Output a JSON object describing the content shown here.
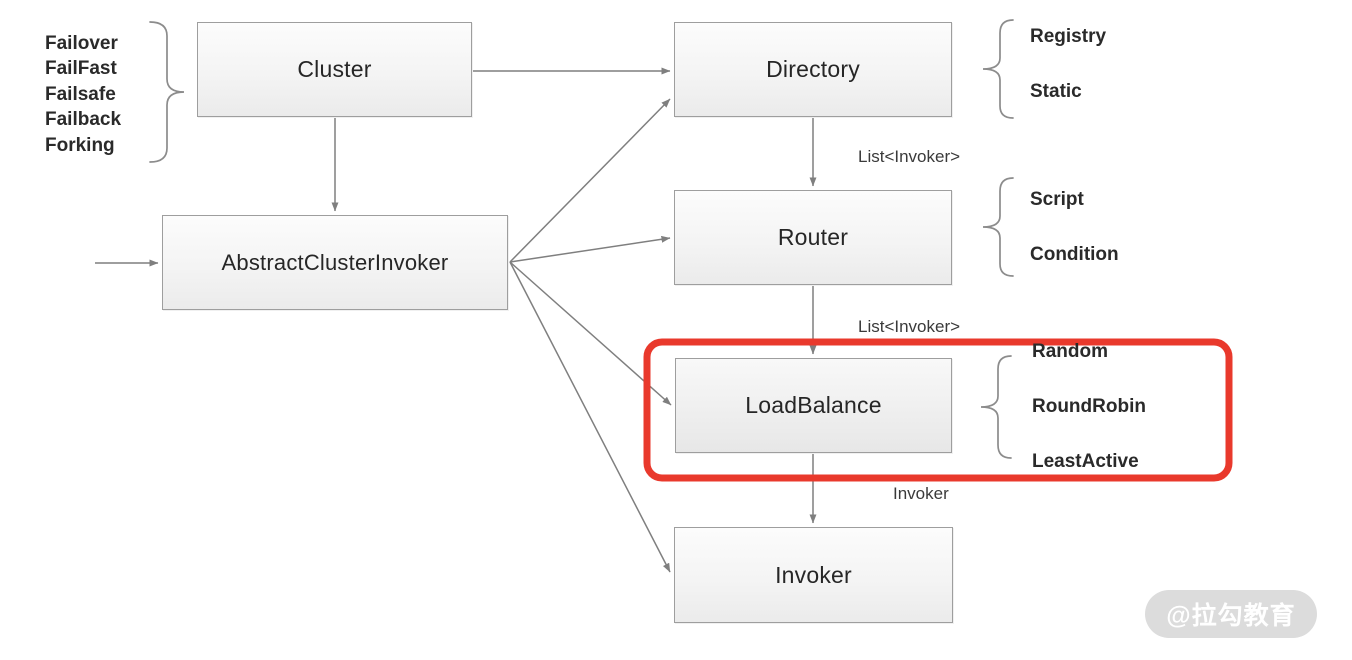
{
  "diagram_type": "flowchart",
  "boxes": {
    "cluster": "Cluster",
    "directory": "Directory",
    "router": "Router",
    "loadbalance": "LoadBalance",
    "invoker": "Invoker",
    "abstract_cluster_invoker": "AbstractClusterInvoker"
  },
  "side_lists": {
    "cluster_strategies": {
      "items": [
        "Failover",
        "FailFast",
        "Failsafe",
        "Failback",
        "Forking"
      ]
    },
    "directory_types": {
      "items": [
        "Registry",
        "Static"
      ]
    },
    "router_types": {
      "items": [
        "Script",
        "Condition"
      ]
    },
    "loadbalance_types": {
      "items": [
        "Random",
        "RoundRobin",
        "LeastActive"
      ]
    }
  },
  "edge_labels": {
    "directory_to_router": "List<Invoker>",
    "router_to_loadbalance": "List<Invoker>",
    "loadbalance_to_invoker": "Invoker"
  },
  "highlight": {
    "target": "LoadBalance",
    "color": "#e9392c"
  },
  "watermark": {
    "text": "@拉勾教育",
    "bg": "#dcdcdc",
    "text_color": "#ffffff"
  },
  "colors": {
    "box_border": "#9e9e9e",
    "box_fill_top": "#fcfcfc",
    "box_fill_bottom": "#ebebeb",
    "connector": "#7f7f7f",
    "text": "#2a2a2a"
  }
}
